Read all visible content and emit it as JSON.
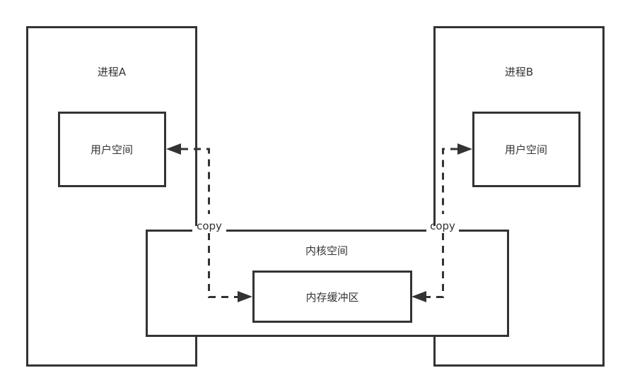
{
  "diagram": {
    "type": "inter-process copy diagram",
    "stroke_color": "#333333",
    "background_color": "#ffffff",
    "nodes": {
      "process_a": {
        "label": "进程A"
      },
      "process_b": {
        "label": "进程B"
      },
      "user_space_a": {
        "label": "用户空间"
      },
      "user_space_b": {
        "label": "用户空间"
      },
      "kernel_space": {
        "label": "内核空间"
      },
      "memory_buffer": {
        "label": "内存缓冲区"
      }
    },
    "edges": [
      {
        "from": "memory_buffer",
        "to": "user_space_a",
        "label": "copy",
        "style": "dashed",
        "arrow": "to-user-space-a"
      },
      {
        "from": "memory_buffer",
        "to": "user_space_b",
        "label": "copy",
        "style": "dashed",
        "arrow": "to-user-space-b"
      }
    ],
    "edge_arrow_note": "Both dashed connectors have arrowheads at both ends (into user space and into memory buffer)"
  }
}
